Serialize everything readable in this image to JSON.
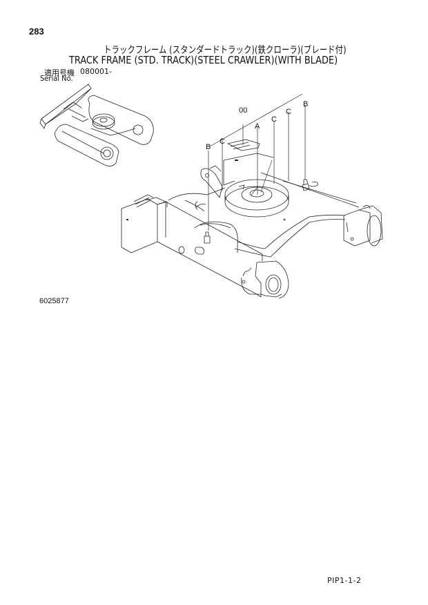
{
  "header": {
    "page_number": "283",
    "title_jp": "トラックフレーム (スタンダードトラック)(鉄クローラ)(ブレード付)",
    "title_en": "TRACK FRAME (STD. TRACK)(STEEL CRAWLER)(WITH BLADE)",
    "serial_label_jp": "適用号機",
    "serial_label_en": "Serial No.",
    "serial_value": "080001-"
  },
  "diagram": {
    "callouts": [
      {
        "id": "B-left",
        "label": "B"
      },
      {
        "id": "C-left",
        "label": "C"
      },
      {
        "id": "00",
        "label": "00"
      },
      {
        "id": "A",
        "label": "A"
      },
      {
        "id": "C-mid",
        "label": "C"
      },
      {
        "id": "C-right",
        "label": "C"
      },
      {
        "id": "B-right",
        "label": "B"
      }
    ],
    "figure_number": "6025877"
  },
  "footer": {
    "code": "PIP1-1-2"
  }
}
